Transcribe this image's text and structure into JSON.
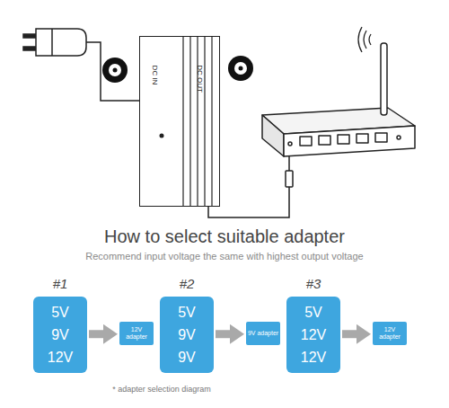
{
  "diagram": {
    "title": "How to select suitable adapter",
    "caption": "* adapter selection diagram",
    "nodes": [
      {
        "text": [
          "DC IN",
          "DC OUT"
        ]
      },
      {
        "text": [
          "#1",
          "5V",
          "9V",
          "12V"
        ]
      },
      {
        "text": [
          "12V adapter"
        ]
      },
      {
        "text": [
          "#2",
          "5V",
          "9V",
          "9V"
        ]
      },
      {
        "text": [
          "9V adapter"
        ]
      },
      {
        "text": [
          "#3",
          "5V",
          "12V",
          "12V"
        ]
      },
      {
        "text": [
          "12V adapter"
        ]
      }
    ],
    "edges": [
      {
        "from": 1,
        "to": 2,
        "arrow": "to"
      },
      {
        "from": 3,
        "to": 4,
        "arrow": "to"
      },
      {
        "from": 5,
        "to": 6,
        "arrow": "to"
      }
    ],
    "labels": [
      "Recommend input voltage the same with highest output voltage"
    ]
  }
}
